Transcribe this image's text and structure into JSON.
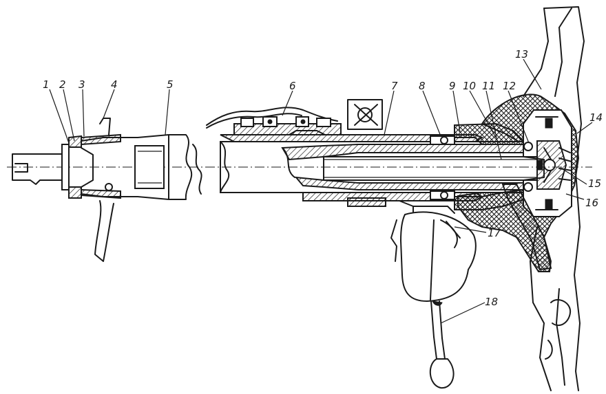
{
  "callouts": [
    "1",
    "2",
    "3",
    "4",
    "5",
    "6",
    "7",
    "8",
    "9",
    "10",
    "11",
    "12",
    "13",
    "14",
    "15",
    "16",
    "17",
    "18"
  ],
  "ink_color": "#1a1a1a",
  "paper_color": "#ffffff"
}
